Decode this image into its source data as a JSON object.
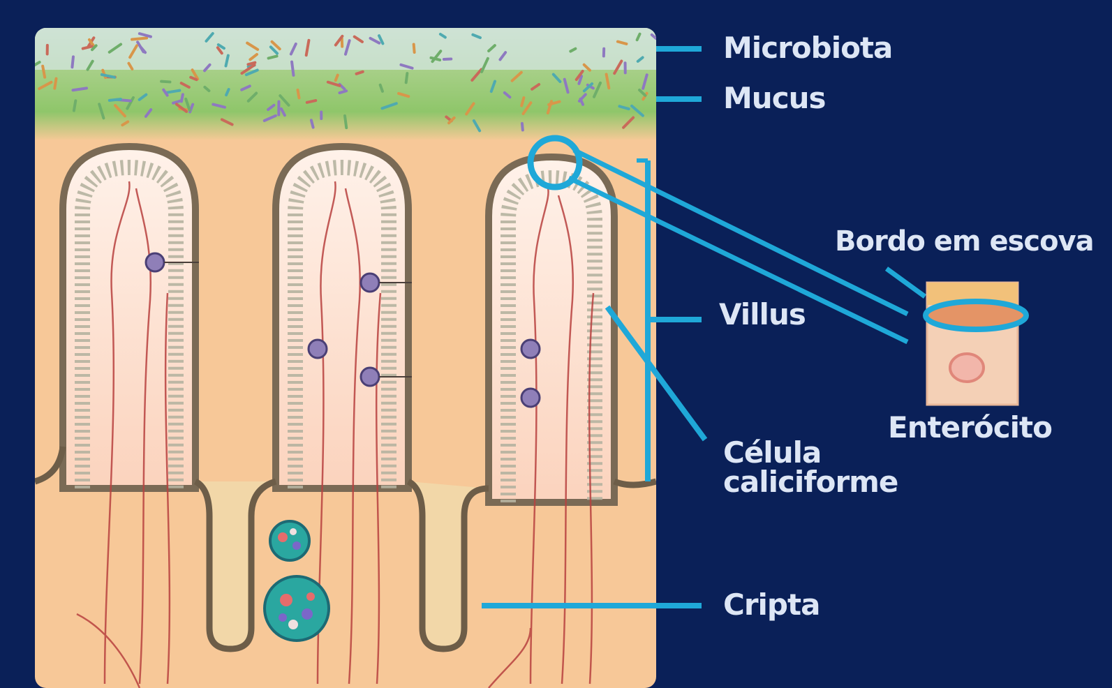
{
  "labels": {
    "microbiota": "Microbiota",
    "mucus": "Mucus",
    "bordo_em_escova": "Bordo em escova",
    "villus": "Villus",
    "enterocito": "Enterócito",
    "celula_line1": "Célula",
    "celula_line2": "caliciforme",
    "cripta": "Cripta"
  },
  "colors": {
    "background": "#0a2058",
    "leader": "#1fa8d8",
    "tissue": "#f7c898",
    "mucus": "#8fc66a",
    "label_text": "#dde6f5"
  }
}
